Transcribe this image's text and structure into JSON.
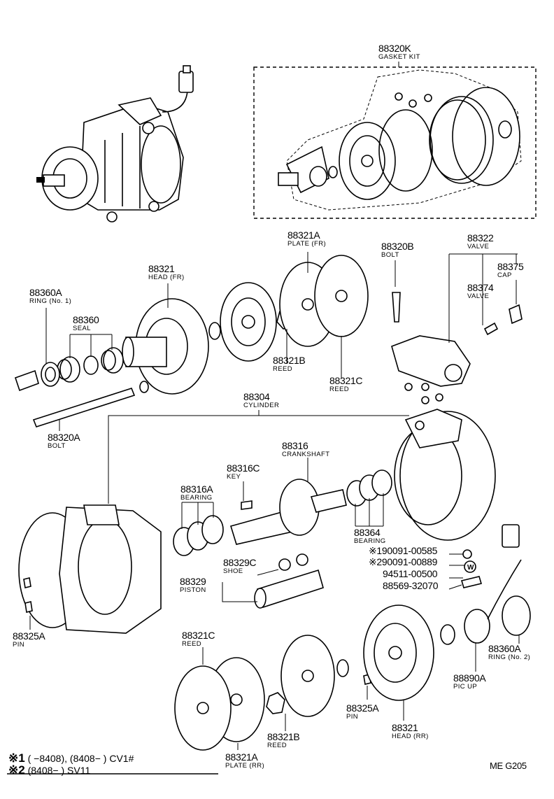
{
  "parts": [
    {
      "key": "88320K",
      "part_no": "88320K",
      "name": "GASKET KIT"
    },
    {
      "key": "88321A_fr",
      "part_no": "88321A",
      "name": "PLATE (FR)"
    },
    {
      "key": "88320B",
      "part_no": "88320B",
      "name": "BOLT"
    },
    {
      "key": "88322",
      "part_no": "88322",
      "name": "VALVE"
    },
    {
      "key": "88375",
      "part_no": "88375",
      "name": "CAP"
    },
    {
      "key": "88374",
      "part_no": "88374",
      "name": "VALVE"
    },
    {
      "key": "88321_fr",
      "part_no": "88321",
      "name": "HEAD (FR)"
    },
    {
      "key": "88360A_1",
      "part_no": "88360A",
      "name": "RING (No. 1)"
    },
    {
      "key": "88360",
      "part_no": "88360",
      "name": "SEAL"
    },
    {
      "key": "88321B_1",
      "part_no": "88321B",
      "name": "REED"
    },
    {
      "key": "88321C_1",
      "part_no": "88321C",
      "name": "REED"
    },
    {
      "key": "88304",
      "part_no": "88304",
      "name": "CYLINDER"
    },
    {
      "key": "88320A",
      "part_no": "88320A",
      "name": "BOLT"
    },
    {
      "key": "88316",
      "part_no": "88316",
      "name": "CRANKSHAFT"
    },
    {
      "key": "88316C",
      "part_no": "88316C",
      "name": "KEY"
    },
    {
      "key": "88316A",
      "part_no": "88316A",
      "name": "BEARING"
    },
    {
      "key": "88364",
      "part_no": "88364",
      "name": "BEARING"
    },
    {
      "key": "88329C",
      "part_no": "88329C",
      "name": "SHOE"
    },
    {
      "key": "88329",
      "part_no": "88329",
      "name": "PISTON"
    },
    {
      "key": "88325A_1",
      "part_no": "88325A",
      "name": "PIN"
    },
    {
      "key": "88321C_2",
      "part_no": "88321C",
      "name": "REED"
    },
    {
      "key": "88360A_2",
      "part_no": "88360A",
      "name": "RING (No. 2)"
    },
    {
      "key": "88890A",
      "part_no": "88890A",
      "name": "PIC UP"
    },
    {
      "key": "88325A_2",
      "part_no": "88325A",
      "name": "PIN"
    },
    {
      "key": "88321_rr",
      "part_no": "88321",
      "name": "HEAD (RR)"
    },
    {
      "key": "88321B_2",
      "part_no": "88321B",
      "name": "REED"
    },
    {
      "key": "88321A_rr",
      "part_no": "88321A",
      "name": "PLATE (RR)"
    }
  ],
  "hardware": [
    {
      "mark": "※1",
      "part_no": "90091-00585"
    },
    {
      "mark": "※2",
      "part_no": "90091-00889"
    },
    {
      "mark": "",
      "part_no": "94511-00500"
    },
    {
      "mark": "",
      "part_no": "88569-32070"
    }
  ],
  "notes": [
    {
      "mark": "※1",
      "text": "(      −8408), (8408−       ) CV1#"
    },
    {
      "mark": "※2",
      "text": "(8408−          ) SV11"
    }
  ],
  "figure_code": "ME  G205"
}
